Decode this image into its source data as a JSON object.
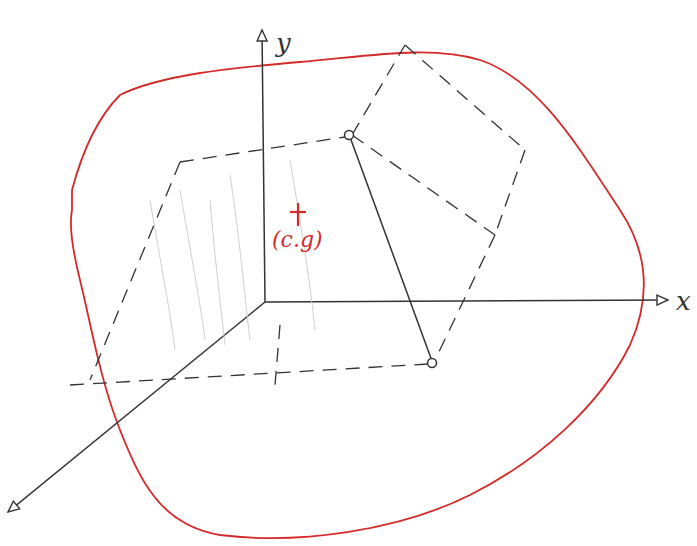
{
  "diagram": {
    "labels": [
      "y",
      "x",
      "(c.g)"
    ]
  }
}
